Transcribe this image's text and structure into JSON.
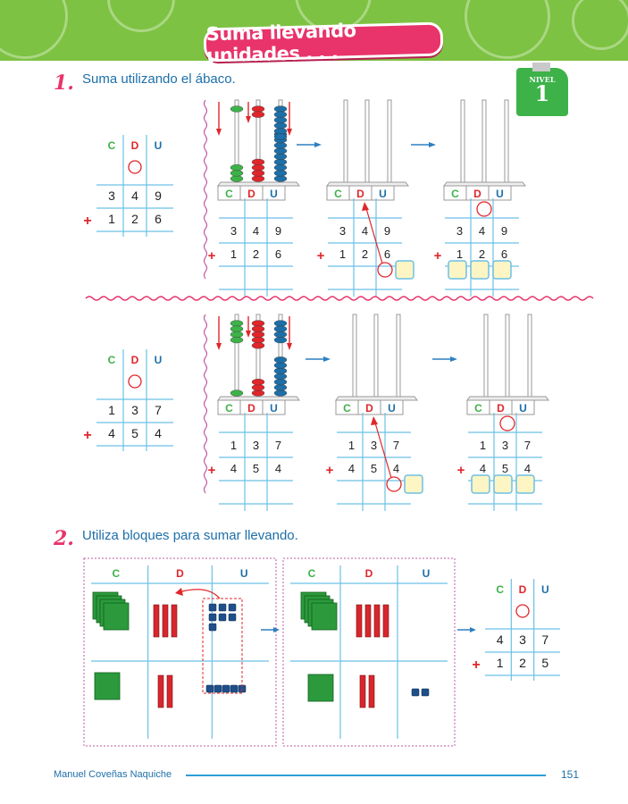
{
  "header": {
    "title": "Suma llevando unidades . . ."
  },
  "level": {
    "label": "NIVEL",
    "number": "1"
  },
  "ex1": {
    "number": "1.",
    "instruction": "Suma utilizando el ábaco.",
    "cols": [
      "C",
      "D",
      "U"
    ],
    "plus": "+",
    "rows": [
      {
        "top": [
          "3",
          "4",
          "9"
        ],
        "bottom": [
          "1",
          "2",
          "6"
        ]
      },
      {
        "top": [
          "1",
          "3",
          "7"
        ],
        "bottom": [
          "4",
          "5",
          "4"
        ]
      }
    ]
  },
  "ex2": {
    "number": "2.",
    "instruction": "Utiliza bloques para sumar llevando.",
    "cols": [
      "C",
      "D",
      "U"
    ],
    "plus": "+",
    "top": [
      "4",
      "3",
      "7"
    ],
    "bottom": [
      "1",
      "2",
      "5"
    ]
  },
  "footer": {
    "author": "Manuel Coveñas Naquiche",
    "page": "151"
  },
  "colors": {
    "c": "#3db249",
    "d": "#e0262b",
    "u": "#1d6fa8",
    "grid": "#6cc0e6",
    "accent": "#e8336b"
  }
}
